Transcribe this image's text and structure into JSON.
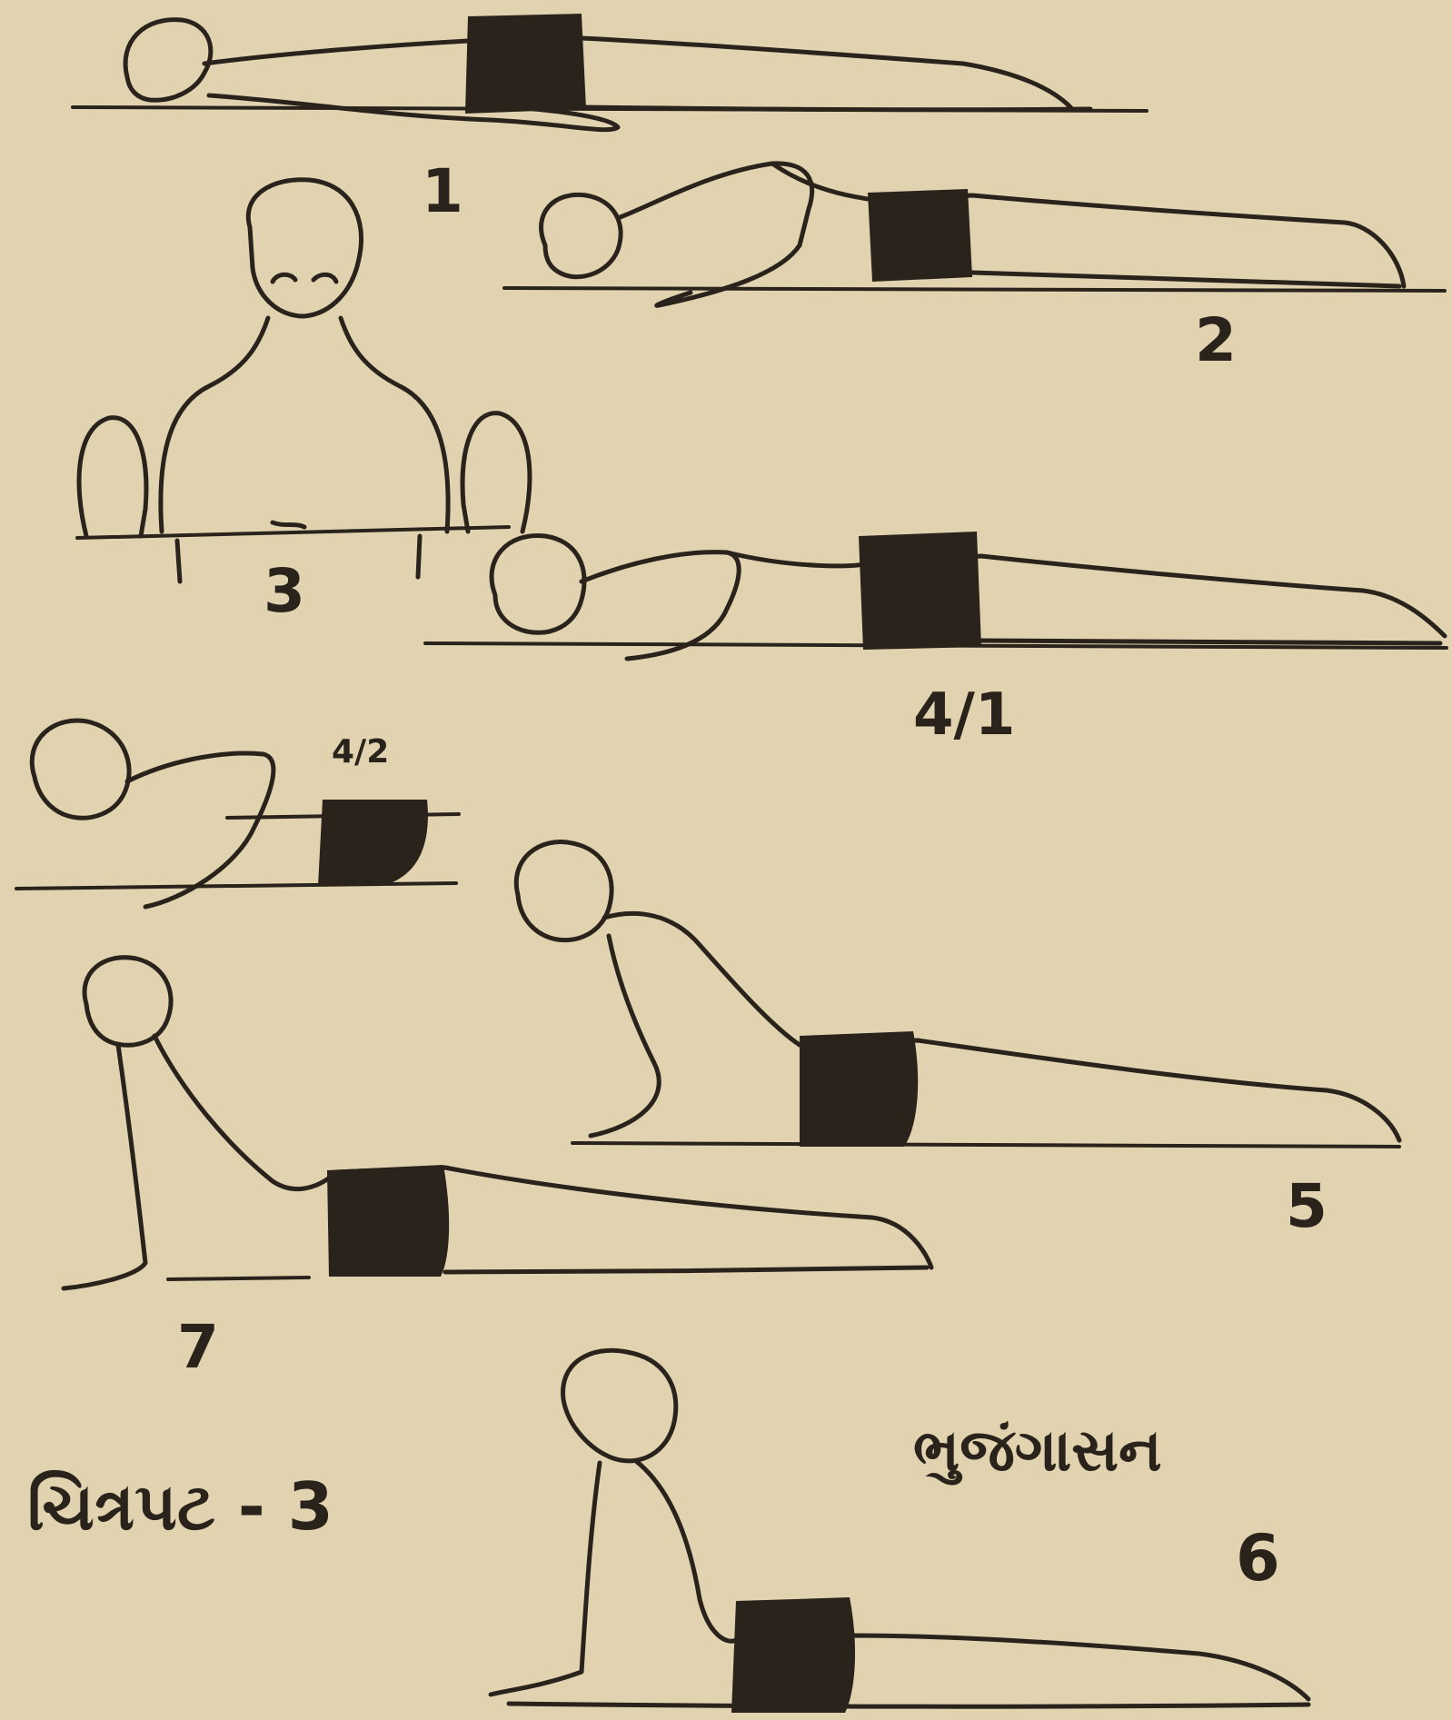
{
  "plate": {
    "title": "ચિત્રપટ - 3",
    "asana_name": "ભુજંગાસન"
  },
  "figures": [
    {
      "step_label": "1"
    },
    {
      "step_label": "2"
    },
    {
      "step_label": "3"
    },
    {
      "step_label": "4/1"
    },
    {
      "step_label": "4/2"
    },
    {
      "step_label": "5"
    },
    {
      "step_label": "6"
    },
    {
      "step_label": "7"
    }
  ],
  "colors": {
    "paper": "#e2d3b0",
    "ink": "#2a231c"
  }
}
